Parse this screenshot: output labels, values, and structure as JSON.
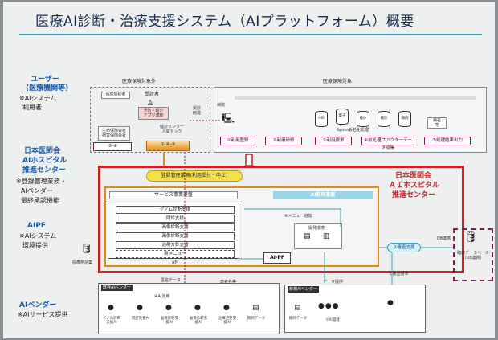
{
  "title": "医療AI診断・治療支援システム（AIプラットフォーム）概要",
  "left_labels": {
    "user_head": "ユーザー",
    "user_sub": "(医療機関等)",
    "user_note1": "※AIシステム",
    "user_note2": "利用者",
    "jma_head1": "日本医師会",
    "jma_head2": "AIホスピタル",
    "jma_head3": "推進センター",
    "jma_note1": "※登録管理業務・",
    "jma_note2": "AIベンダー",
    "jma_note3": "最終承認機能",
    "aipf_head": "AIPF",
    "aipf_note1": "※AIシステム",
    "aipf_note2": "環境提供",
    "vendor_head": "AIベンダー",
    "vendor_note": "※AIサービス提供"
  },
  "section_headers": {
    "outside": "医療保険対象外",
    "inside": "医療保険対象",
    "patient": "患者"
  },
  "outside_box": {
    "contractor": "保険契約者",
    "examinee": "受診者",
    "prevention": "予防・紹介",
    "app": "アプリ連動",
    "health_center": "健診センター",
    "dock": "人間ドック",
    "consult": "受診勧奨",
    "insurer1": "生命保険会社",
    "insurer2": "損害保険会社",
    "steps_a": "③-④",
    "steps_b": "①-④-⑤"
  },
  "inside_box": {
    "hospital": "病院",
    "his": "HIS",
    "elec_system": "電子System",
    "inspection": "検体",
    "check": "検診",
    "survey": "調剤",
    "anon": "仮名化処理",
    "patient_name": "病名",
    "patient_name2": "等",
    "steps": [
      "①利用登録",
      "②利用研修",
      "③利用要求",
      "④前処理ファクターデータ収集",
      "⑤処理結果出力"
    ]
  },
  "registration_pill": "登録管理業務(利用受付・中止)",
  "jma_center": {
    "line1": "日本医師会",
    "line2": "ＡＩホスピタル",
    "line3": "推進センター"
  },
  "service_platform": "サービス事業基盤",
  "ai_dev_platform": "AI開発基盤",
  "modules": [
    "ゲノム診断支援",
    "問診支援",
    "画像診断支援",
    "画像診断支援",
    "治療方針支援"
  ],
  "new_menu": "新メニュー",
  "api_label": "API",
  "aipf_label": "AI-PF",
  "menu_add": "⑥メニュー追加",
  "dev_env": "開発環境",
  "review_support": "③審査支援",
  "review_request": "②審査請求",
  "data_provide": "データ提供",
  "ai_dev": "①AI開発",
  "medical_db": "医療用語集",
  "clinical_db": "臨床データベース（DB連携）",
  "db_link": "DB連携",
  "existing_vendor": "既存AIベンダー",
  "new_vendor": "新規AIベンダー",
  "anon_data": "匿名データ",
  "patient_data_lbl": "患者名等",
  "ai_apps": "④AI活用",
  "teacher_data": "教師データ",
  "vendor_icons": [
    "ゲノム診断支援AI",
    "問診支援AI",
    "画像診断支援AI",
    "画像診断支援AI",
    "治療方針支援AI",
    "教師データ"
  ],
  "new_vendor_items": [
    "教師データ",
    "①AI開発"
  ],
  "colors": {
    "accent_red": "#c82222",
    "accent_orange": "#e08a1a",
    "accent_blue": "#1b5aa8",
    "accent_teal": "#3aa0b4",
    "accent_purple": "#8a1a5a",
    "yellow": "#f3e04a"
  }
}
